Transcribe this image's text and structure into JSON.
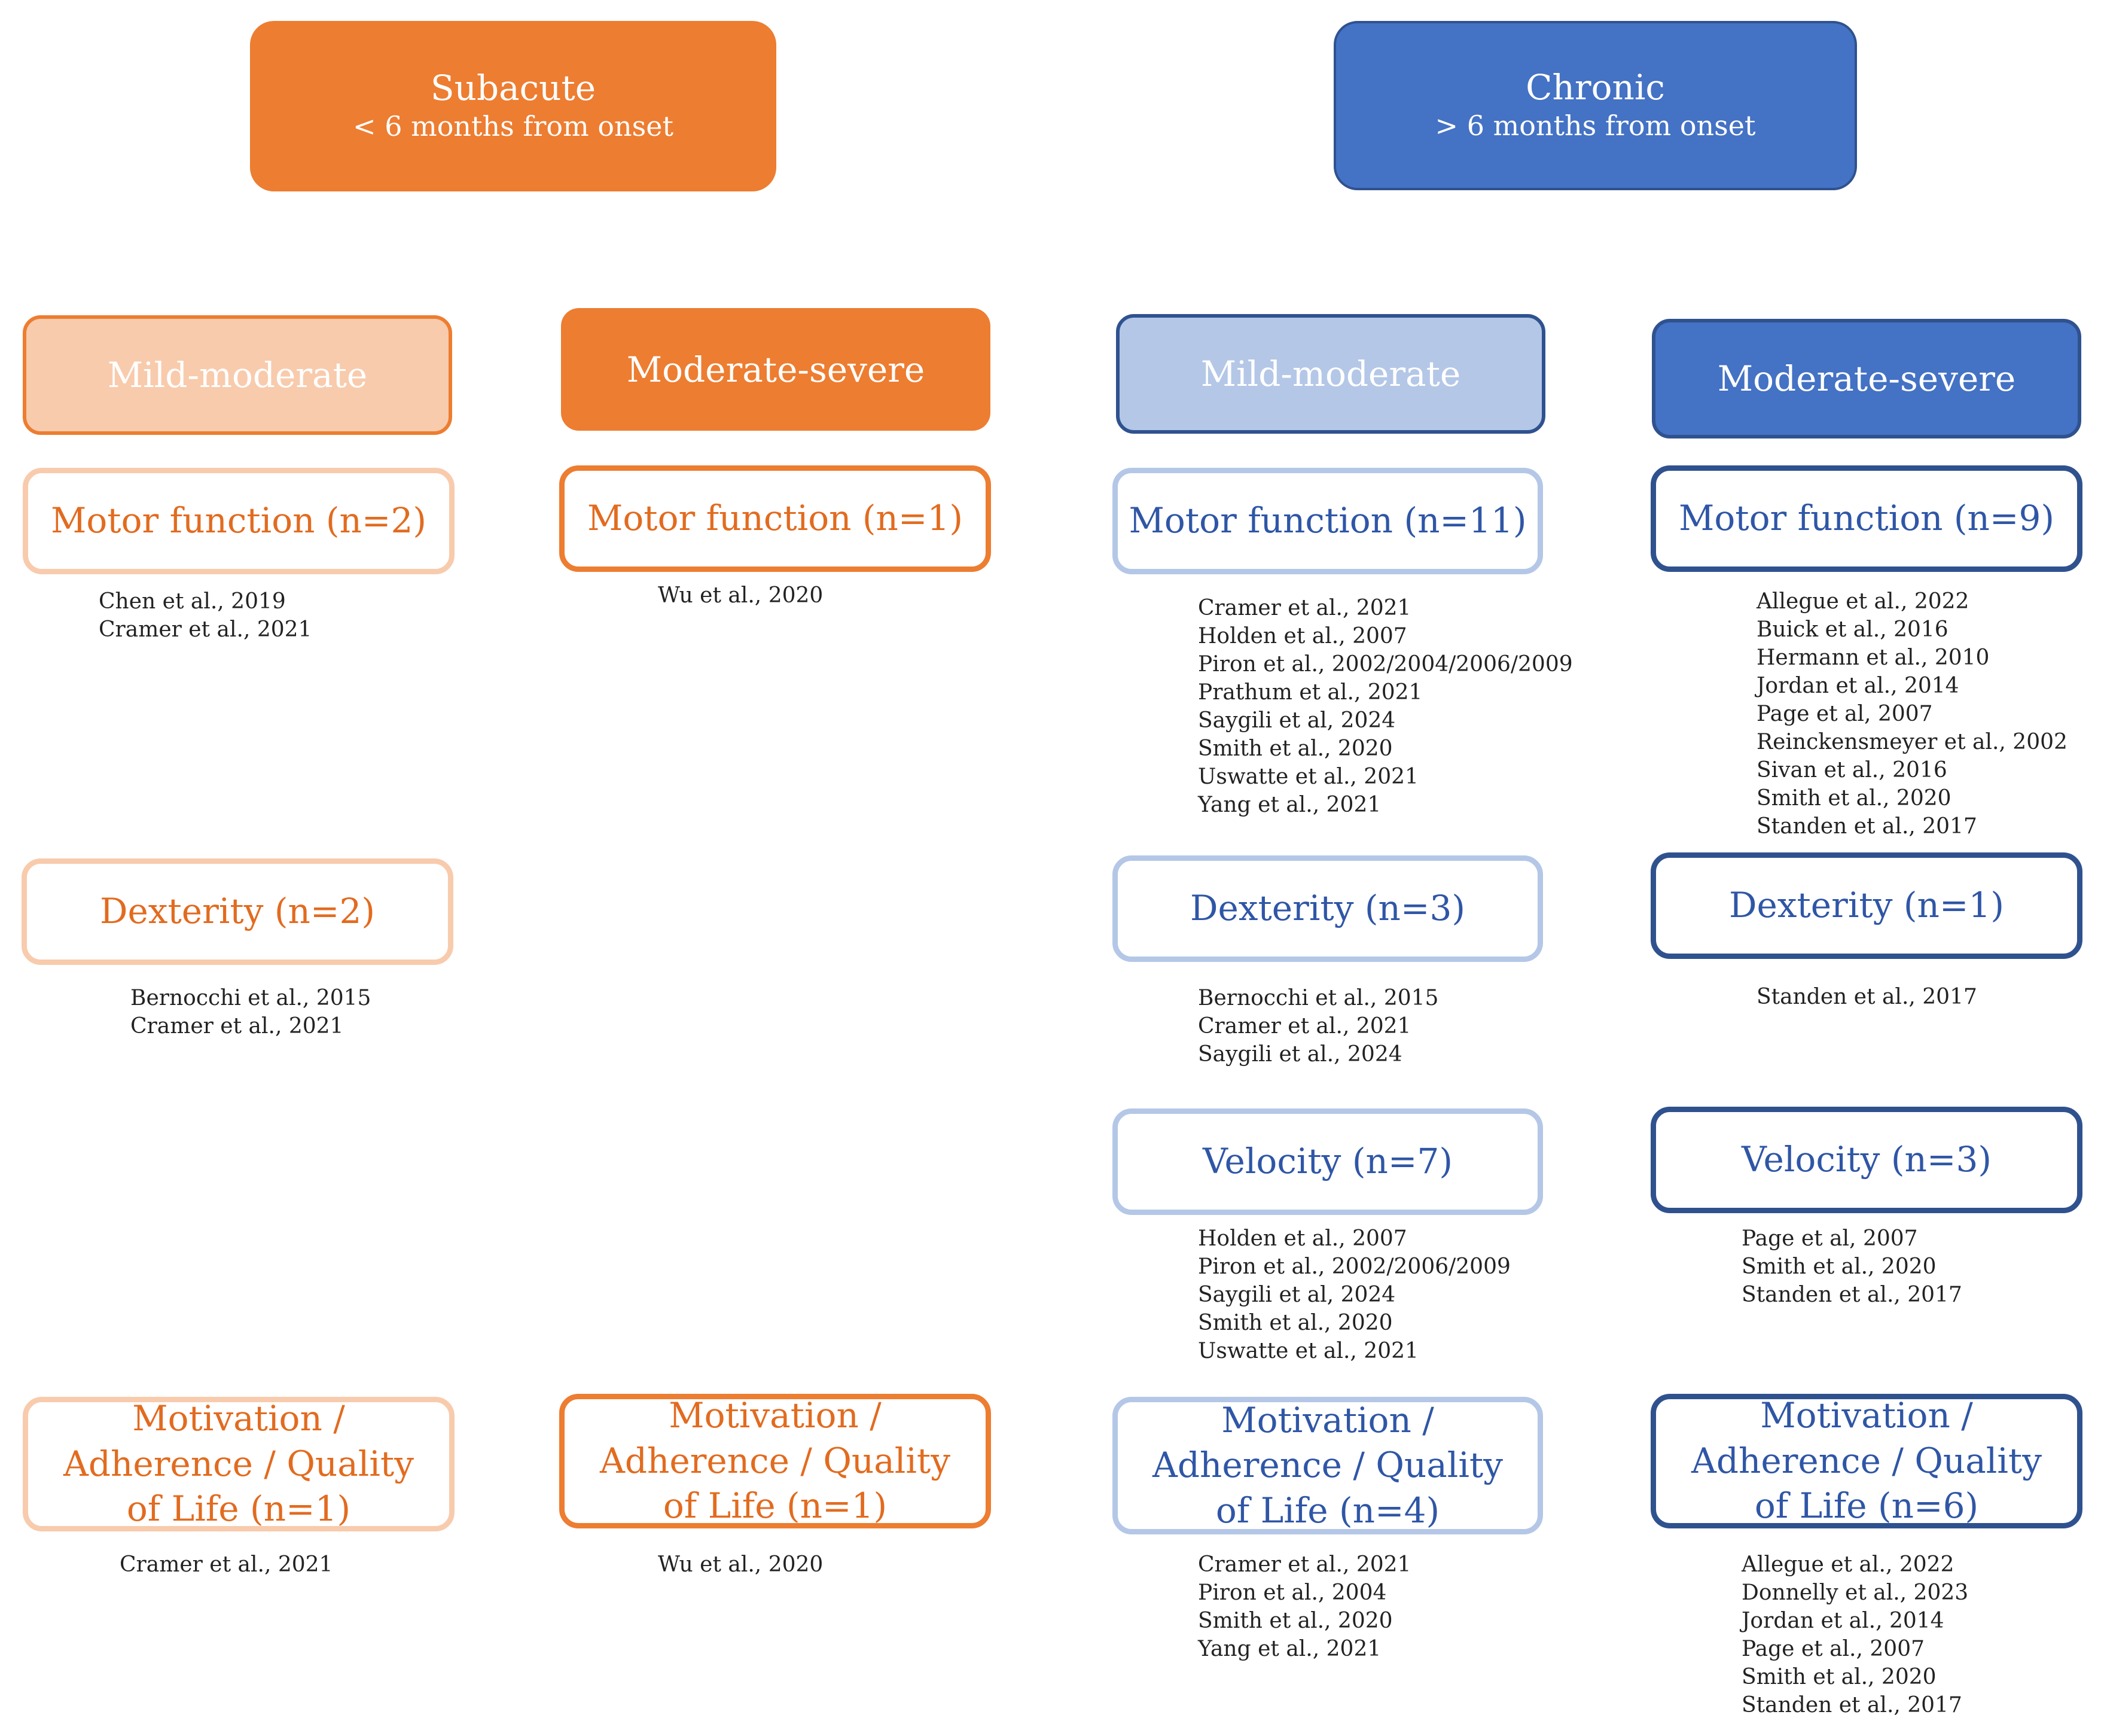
{
  "colors": {
    "orange": "#ED7D31",
    "orange_light": "#F8CBAD",
    "blue": "#4472C4",
    "blue_light": "#B4C7E7",
    "orange_text": "#E26B1F",
    "blue_text": "#2F56A6"
  },
  "headers": {
    "subacute": {
      "title": "Subacute",
      "subtitle": "< 6 months from onset"
    },
    "chronic": {
      "title": "Chronic",
      "subtitle": "> 6 months from onset"
    }
  },
  "severity": {
    "sub_mild": "Mild-moderate",
    "sub_severe": "Moderate-severe",
    "chr_mild": "Mild-moderate",
    "chr_severe": "Moderate-severe"
  },
  "outcomes": {
    "sub_mild_motor": "Motor function (n=2)",
    "sub_severe_motor": "Motor function (n=1)",
    "chr_mild_motor": "Motor function (n=11)",
    "chr_severe_motor": "Motor function (n=9)",
    "sub_mild_dex": "Dexterity (n=2)",
    "chr_mild_dex": "Dexterity (n=3)",
    "chr_severe_dex": "Dexterity (n=1)",
    "chr_mild_vel": "Velocity (n=7)",
    "chr_severe_vel": "Velocity (n=3)",
    "motivation_line1": "Motivation /",
    "motivation_line2": "Adherence / Quality",
    "sub_mild_mot_line3": "of Life (n=1)",
    "sub_severe_mot_line3": "of Life (n=1)",
    "chr_mild_mot_line3": "of Life (n=4)",
    "chr_severe_mot_line3": "of Life (n=6)"
  },
  "references": {
    "sub_mild_motor": [
      "Chen et al., 2019",
      "Cramer et al., 2021"
    ],
    "sub_severe_motor": [
      "Wu et al., 2020"
    ],
    "chr_mild_motor": [
      "Cramer et al., 2021",
      "Holden et al., 2007",
      "Piron et al., 2002/2004/2006/2009",
      "Prathum et al., 2021",
      "Saygili et al, 2024",
      "Smith et al., 2020",
      "Uswatte et al., 2021",
      "Yang et al., 2021"
    ],
    "chr_severe_motor": [
      "Allegue et al., 2022",
      "Buick et al., 2016",
      "Hermann et al., 2010",
      "Jordan et al., 2014",
      "Page et al, 2007",
      "Reinckensmeyer et al., 2002",
      "Sivan et al., 2016",
      "Smith et al., 2020",
      "Standen et al., 2017"
    ],
    "sub_mild_dex": [
      "Bernocchi et al., 2015",
      "Cramer et al., 2021"
    ],
    "chr_mild_dex": [
      "Bernocchi et al., 2015",
      "Cramer et al., 2021",
      "Saygili et al., 2024"
    ],
    "chr_severe_dex": [
      "Standen et al., 2017"
    ],
    "chr_mild_vel": [
      "Holden et al., 2007",
      "Piron et al., 2002/2006/2009",
      "Saygili et al, 2024",
      "Smith et al., 2020",
      "Uswatte et al., 2021"
    ],
    "chr_severe_vel": [
      "Page et al, 2007",
      "Smith et al., 2020",
      "Standen et al., 2017"
    ],
    "sub_mild_mot": [
      "Cramer et al., 2021"
    ],
    "sub_severe_mot": [
      "Wu et al., 2020"
    ],
    "chr_mild_mot": [
      "Cramer et al., 2021",
      "Piron et al., 2004",
      "Smith et al., 2020",
      "Yang et al., 2021"
    ],
    "chr_severe_mot": [
      "Allegue et al., 2022",
      "Donnelly et al., 2023",
      "Jordan et al., 2014",
      "Page et al., 2007",
      "Smith et al., 2020",
      "Standen et al., 2017"
    ]
  }
}
